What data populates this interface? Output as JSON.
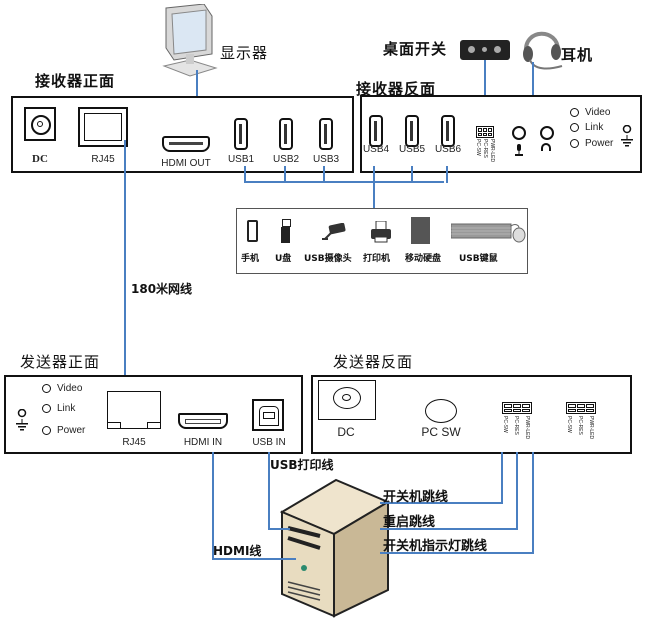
{
  "labels": {
    "monitor": "显示器",
    "desktop_switch": "桌面开关",
    "headset": "耳机",
    "receiver_front_title": "接收器正面",
    "receiver_back_title": "接收器反面",
    "sender_front_title": "发送器正面",
    "sender_back_title": "发送器反面",
    "network_cable": "180米网线",
    "usb_print_cable": "USB打印线",
    "hdmi_cable": "HDMI线",
    "power_jumper": "开关机跳线",
    "reset_jumper": "重启跳线",
    "power_led_jumper": "开关机指示灯跳线"
  },
  "receiver_front": {
    "ports": {
      "dc": "DC",
      "rj45": "RJ45",
      "hdmi_out": "HDMI OUT",
      "usb1": "USB1",
      "usb2": "USB2",
      "usb3": "USB3"
    }
  },
  "receiver_back": {
    "ports": {
      "usb4": "USB4",
      "usb5": "USB5",
      "usb6": "USB6"
    },
    "header_pins": [
      "PWR-LED",
      "PC-RES",
      "PC-SW"
    ],
    "leds": [
      "Video",
      "Link",
      "Power"
    ]
  },
  "usb_devices": [
    {
      "icon": "phone-icon",
      "label": "手机"
    },
    {
      "icon": "usb-drive-icon",
      "label": "U盘"
    },
    {
      "icon": "camera-icon",
      "label": "USB摄像头"
    },
    {
      "icon": "printer-icon",
      "label": "打印机"
    },
    {
      "icon": "hard-drive-icon",
      "label": "移动硬盘"
    },
    {
      "icon": "keyboard-mouse-icon",
      "label": "USB键鼠"
    }
  ],
  "sender_front": {
    "leds": [
      "Video",
      "Link",
      "Power"
    ],
    "ports": {
      "rj45": "RJ45",
      "hdmi_in": "HDMI IN",
      "usb_in": "USB IN"
    }
  },
  "sender_back": {
    "ports": {
      "dc": "DC",
      "pc_sw": "PC SW"
    },
    "header_pins": [
      "PC-SW",
      "PC-RES",
      "PWR-LED"
    ]
  },
  "colors": {
    "wire": "#4a7fc1",
    "outline": "#111111"
  }
}
